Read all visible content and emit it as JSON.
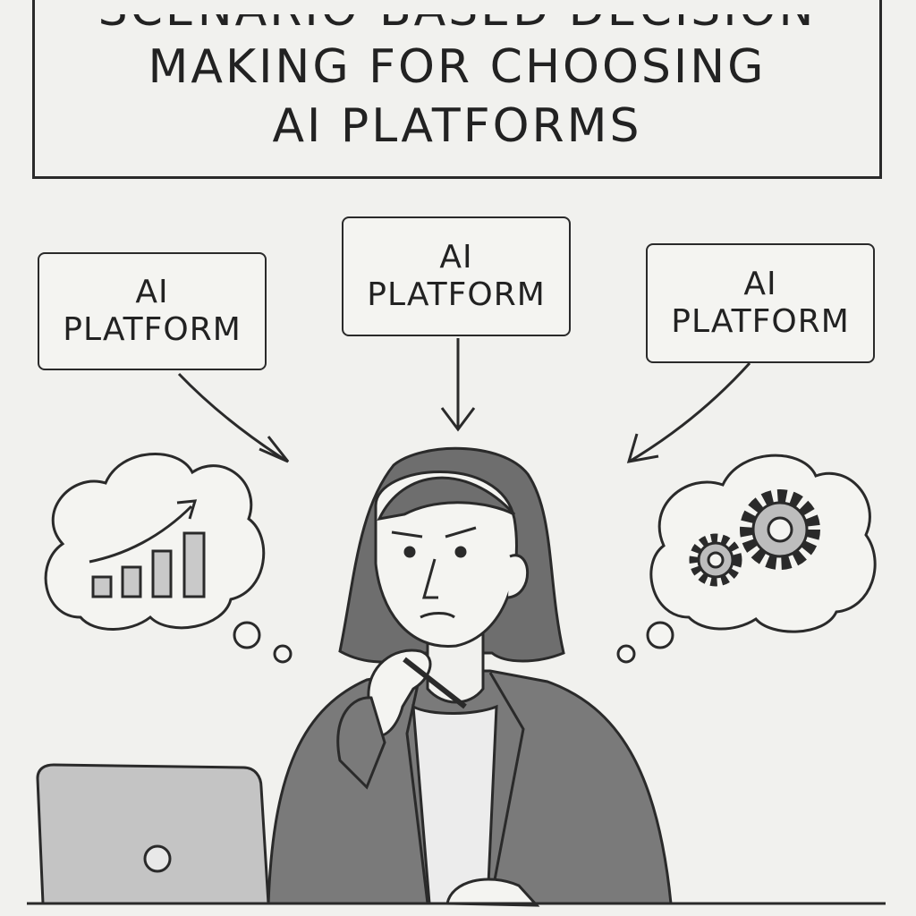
{
  "title": {
    "line1": "Scenario-Based Decision",
    "line2": "Making for Choosing",
    "line3": "AI Platforms"
  },
  "platforms": [
    {
      "line1": "AI",
      "line2": "PLATFORM"
    },
    {
      "line1": "AI",
      "line2": "PLATFORM"
    },
    {
      "line1": "AI",
      "line2": "PLATFORM"
    }
  ],
  "thought_bubbles": [
    {
      "icon": "bar-chart-growth-icon"
    },
    {
      "icon": "gears-icon"
    }
  ],
  "colors": {
    "ink": "#2a2a2a",
    "paper": "#f1f1ee",
    "jacket": "#777777",
    "hair": "#6e6e6e"
  }
}
